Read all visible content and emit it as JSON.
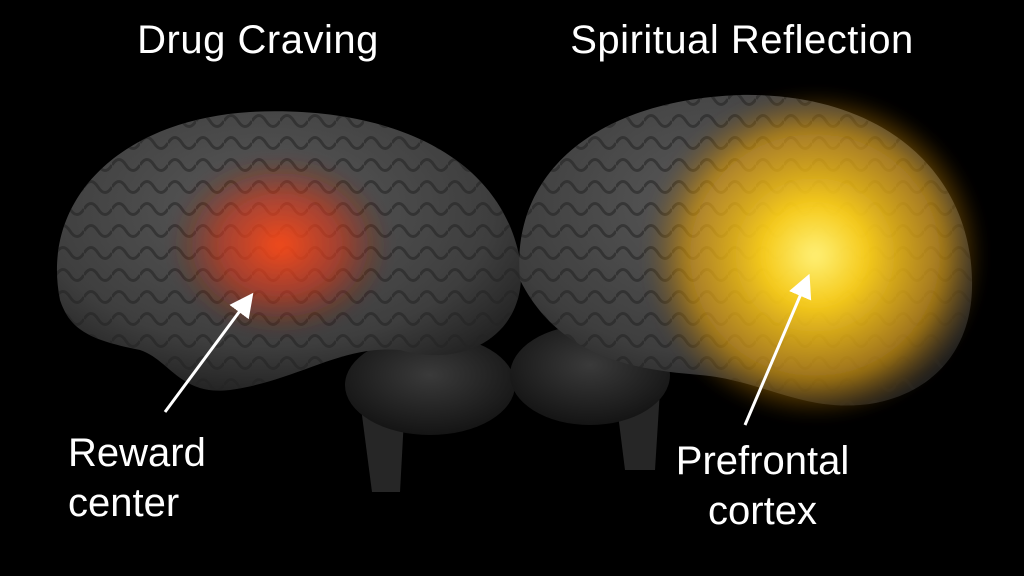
{
  "left_panel": {
    "title": "Drug Craving",
    "label_line1": "Reward",
    "label_line2": "center",
    "highlight_color": "#e0441a"
  },
  "right_panel": {
    "title": "Spiritual Reflection",
    "label_line1": "Prefrontal",
    "label_line2": "cortex",
    "highlight_color": "#ffd21a"
  },
  "background_color": "#000000",
  "brain_color": "#4a4a4a"
}
